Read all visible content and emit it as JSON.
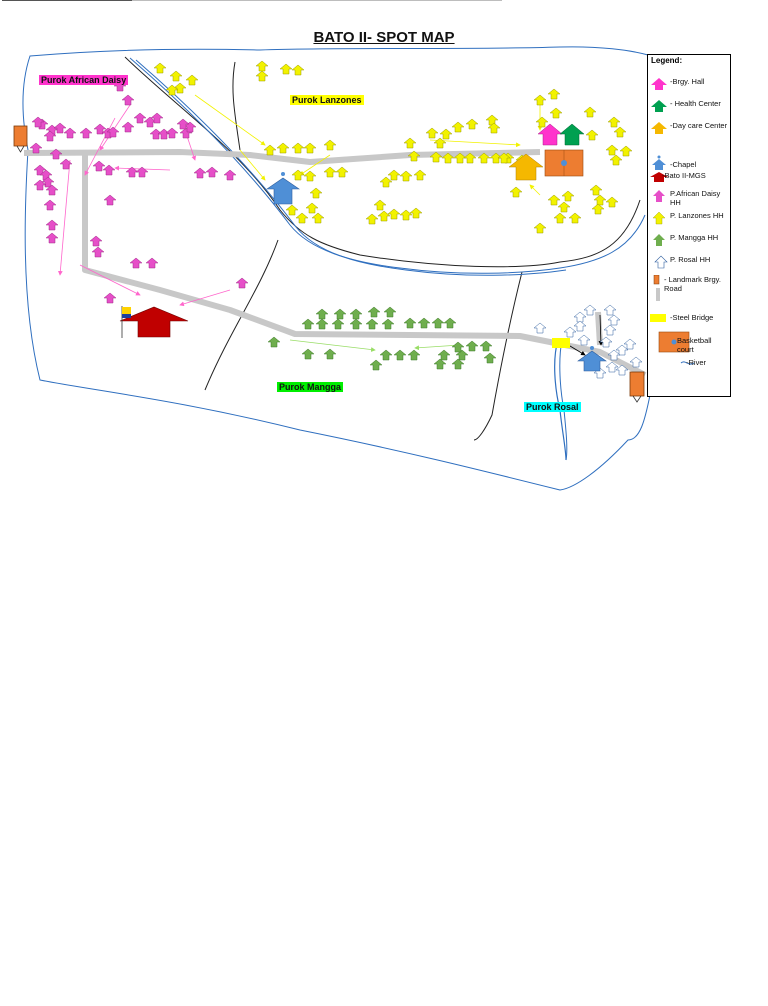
{
  "map": {
    "title": "BATO II- SPOT MAP",
    "puroks": [
      {
        "name": "Purok African Daisy",
        "color": "#ff33cc"
      },
      {
        "name": "Purok Lanzones",
        "color": "#ffff00"
      },
      {
        "name": "Purok Mangga",
        "color": "#00ee00"
      },
      {
        "name": "Purok Rosal",
        "color": "#00ffff"
      }
    ]
  },
  "legend": {
    "title": "Legend:",
    "items": [
      {
        "label": "-Brgy. Hall",
        "icon": "barangay-hall-house-icon",
        "color": "#ff33cc"
      },
      {
        "label": "- Health Center",
        "icon": "health-center-house-icon",
        "color": "#00a050"
      },
      {
        "label": "-Day care Center",
        "icon": "day-care-house-icon",
        "color": "#f5b800"
      },
      {
        "label": "-Chapel",
        "icon": "chapel-house-icon",
        "color": "#4f8fd6"
      },
      {
        "label": "-Bato II-MGS",
        "icon": "school-house-icon",
        "color": "#c00000"
      },
      {
        "label": "P.African Daisy HH",
        "icon": "african-daisy-household-icon",
        "color": "#e64fc8"
      },
      {
        "label": "P. Lanzones HH",
        "icon": "lanzones-household-icon",
        "color": "#f2f200"
      },
      {
        "label": "P. Mangga HH",
        "icon": "mangga-household-icon",
        "color": "#6fae4e"
      },
      {
        "label": "P. Rosal HH",
        "icon": "rosal-household-icon",
        "color": "#ffffff"
      },
      {
        "label": "- Landmark Brgy. Road",
        "icon": "landmark-icon",
        "color": "#ed7d31"
      },
      {
        "label": "-Steel Bridge",
        "icon": "steel-bridge-icon",
        "color": "#ffff00"
      },
      {
        "label": "Basketball court",
        "icon": "basketball-court-icon",
        "color": "#ed7d31"
      },
      {
        "label": "-River",
        "icon": "river-icon",
        "color": "#2f6fbf"
      }
    ]
  }
}
